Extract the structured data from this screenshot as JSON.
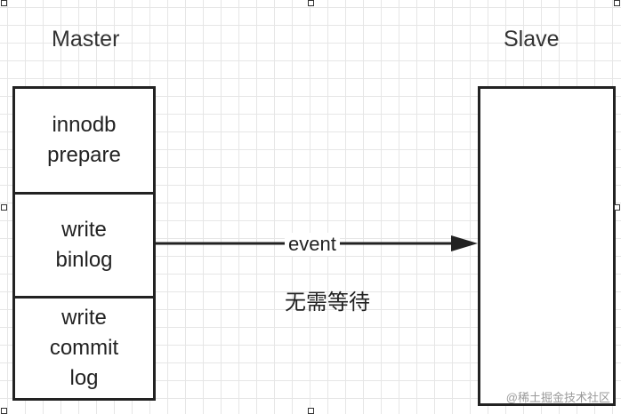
{
  "master": {
    "title": "Master",
    "steps": [
      {
        "line1": "innodb",
        "line2": "prepare",
        "line3": ""
      },
      {
        "line1": "write",
        "line2": "binlog",
        "line3": ""
      },
      {
        "line1": "write",
        "line2": "commit",
        "line3": "log"
      }
    ]
  },
  "slave": {
    "title": "Slave"
  },
  "arrow": {
    "label": "event",
    "note": "无需等待"
  },
  "watermark": "@稀土掘金技术社区",
  "colors": {
    "line": "#222222",
    "grid": "#e6e6e6"
  }
}
